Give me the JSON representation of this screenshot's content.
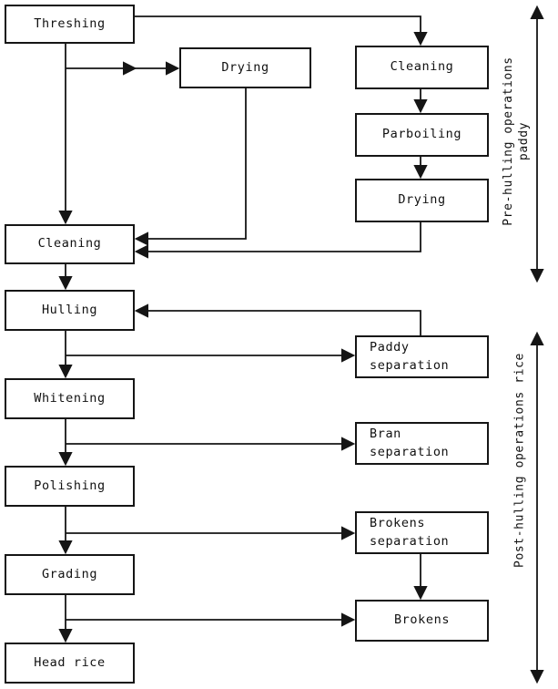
{
  "figure": {
    "background": "#ffffff",
    "line_color": "#151515",
    "type": "flowchart",
    "subject": "Rice milling operations flow diagram"
  },
  "nodes": {
    "threshing": {
      "label": "Threshing"
    },
    "drying_mid": {
      "label": "Drying"
    },
    "cleaning_right": {
      "label": "Cleaning"
    },
    "parboiling": {
      "label": "Parboiling"
    },
    "drying_right": {
      "label": "Drying"
    },
    "cleaning_left": {
      "label": "Cleaning"
    },
    "hulling": {
      "label": "Hulling"
    },
    "paddy_separation": {
      "label": "Paddy\nseparation"
    },
    "whitening": {
      "label": "Whitening"
    },
    "bran_separation": {
      "label": "Bran\nseparation"
    },
    "polishing": {
      "label": "Polishing"
    },
    "brokens_separation": {
      "label": "Brokens\nseparation"
    },
    "grading": {
      "label": "Grading"
    },
    "brokens": {
      "label": "Brokens"
    },
    "head_rice": {
      "label": "Head rice"
    }
  },
  "annotations": {
    "pre_hulling": {
      "line1": "Pre-hulling operations",
      "line2": "paddy"
    },
    "post_hulling": {
      "line1": "Post-hulling operations rice"
    }
  },
  "edges": [
    {
      "from": "threshing",
      "to": "cleaning_left"
    },
    {
      "from": "threshing",
      "to": "drying_mid"
    },
    {
      "from": "threshing",
      "to": "cleaning_right"
    },
    {
      "from": "cleaning_right",
      "to": "parboiling"
    },
    {
      "from": "parboiling",
      "to": "drying_right"
    },
    {
      "from": "drying_right",
      "to": "cleaning_left"
    },
    {
      "from": "drying_mid",
      "to": "cleaning_left"
    },
    {
      "from": "cleaning_left",
      "to": "hulling"
    },
    {
      "from": "hulling",
      "to": "whitening"
    },
    {
      "from": "hulling",
      "to": "paddy_separation"
    },
    {
      "from": "paddy_separation",
      "to": "hulling"
    },
    {
      "from": "whitening",
      "to": "polishing"
    },
    {
      "from": "whitening",
      "to": "bran_separation"
    },
    {
      "from": "polishing",
      "to": "grading"
    },
    {
      "from": "polishing",
      "to": "brokens_separation"
    },
    {
      "from": "brokens_separation",
      "to": "brokens"
    },
    {
      "from": "grading",
      "to": "head_rice"
    },
    {
      "from": "grading",
      "to": "brokens"
    }
  ]
}
